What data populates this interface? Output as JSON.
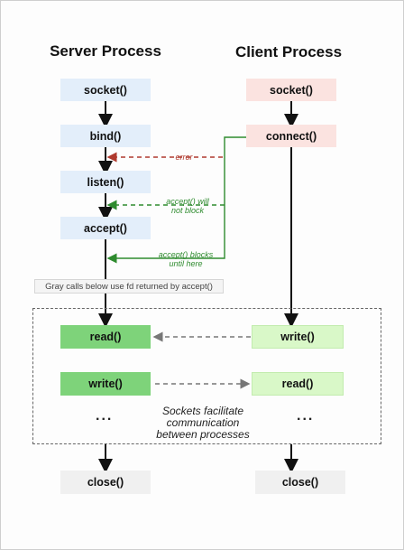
{
  "headers": {
    "server": "Server Process",
    "client": "Client Process"
  },
  "server": {
    "socket": "socket()",
    "bind": "bind()",
    "listen": "listen()",
    "accept": "accept()",
    "read": "read()",
    "write": "write()",
    "dots": "...",
    "close": "close()"
  },
  "client": {
    "socket": "socket()",
    "connect": "connect()",
    "write": "write()",
    "read": "read()",
    "dots": "...",
    "close": "close()"
  },
  "labels": {
    "error": "error",
    "accept_will_not_block_1": "accept() will",
    "accept_will_not_block_2": "not block",
    "accept_blocks_1": "accept() blocks",
    "accept_blocks_2": "until here",
    "note": "Gray calls below use fd returned by accept()",
    "center_1": "Sockets facilitate",
    "center_2": "communication",
    "center_3": "between processes"
  },
  "colors": {
    "server_box": "#e3eefa",
    "client_box": "#fbe3e0",
    "read_write_server": "#7ed37a",
    "read_write_client": "#d9f8c8",
    "close_box": "#f0f0f0",
    "error_arrow": "#b03a2e",
    "green_arrow": "#2e8b2e",
    "dashed_arrow": "#777777"
  }
}
